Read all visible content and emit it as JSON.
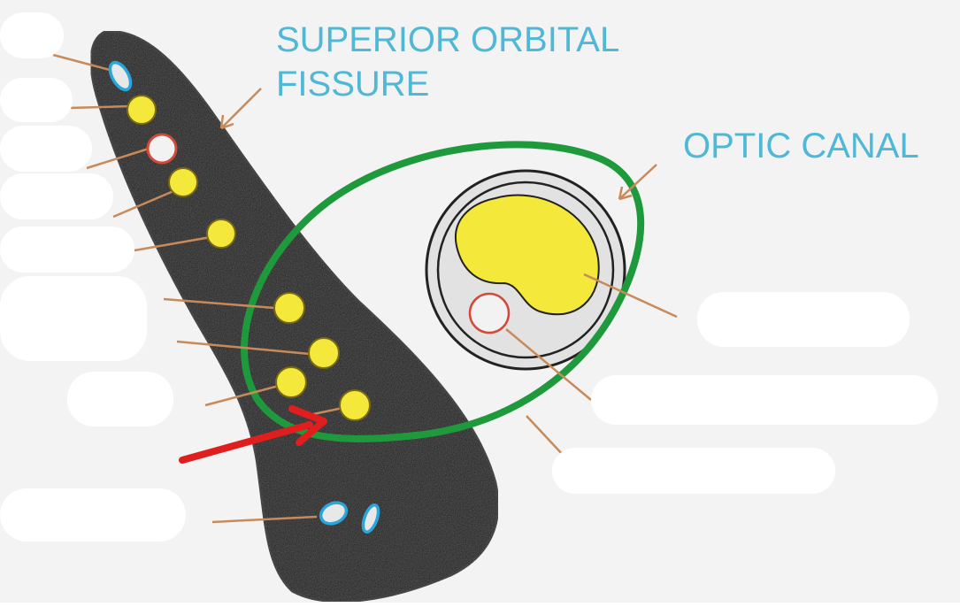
{
  "labels": {
    "superior_orbital_fissure_line1": "SUPERIOR ORBITAL",
    "superior_orbital_fissure_line2": "FISSURE",
    "optic_canal": "OPTIC CANAL"
  },
  "colors": {
    "label_text": "#4fb8d6",
    "fissure_fill": "#dcdcdc",
    "outline": "#222222",
    "common_tendinous_ring": "#1e9a3c",
    "nerve_fill": "#f4e83a",
    "nerve_stroke": "#8a7a10",
    "artery_stroke": "#d24a3a",
    "vein_stroke": "#2aa6dc",
    "leader_line": "#c98a5a",
    "pointer_arrow": "#e01e1e",
    "mask": "#ffffff"
  }
}
